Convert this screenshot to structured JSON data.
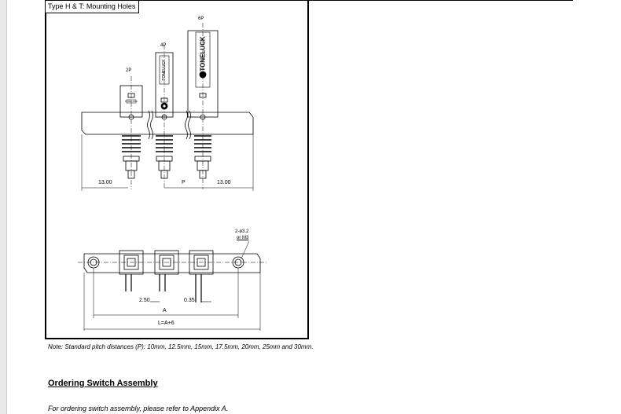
{
  "figure": {
    "title": "Type H & T: Mounting Holes",
    "labels": {
      "pos_2p": "2P",
      "pos_4p": "4P",
      "pos_6p": "6P",
      "brand": "TONELUCK",
      "dim_left": "13.00",
      "dim_pitch": "P",
      "dim_right": "13.00",
      "hole_spec_1": "2-ø3.2",
      "hole_spec_2": "or M3",
      "dim_pin": "2.50",
      "dim_gap": "0.35",
      "dim_a": "A",
      "dim_l": "L=A+6"
    }
  },
  "note": "Note: Standard pitch distances (P): 10mm, 12.5mm, 15mm, 17.5mm, 20mm, 25mm and 30mm.",
  "section": {
    "heading": "Ordering Switch Assembly",
    "text": "For ordering switch assembly, please refer to Appendix A."
  }
}
